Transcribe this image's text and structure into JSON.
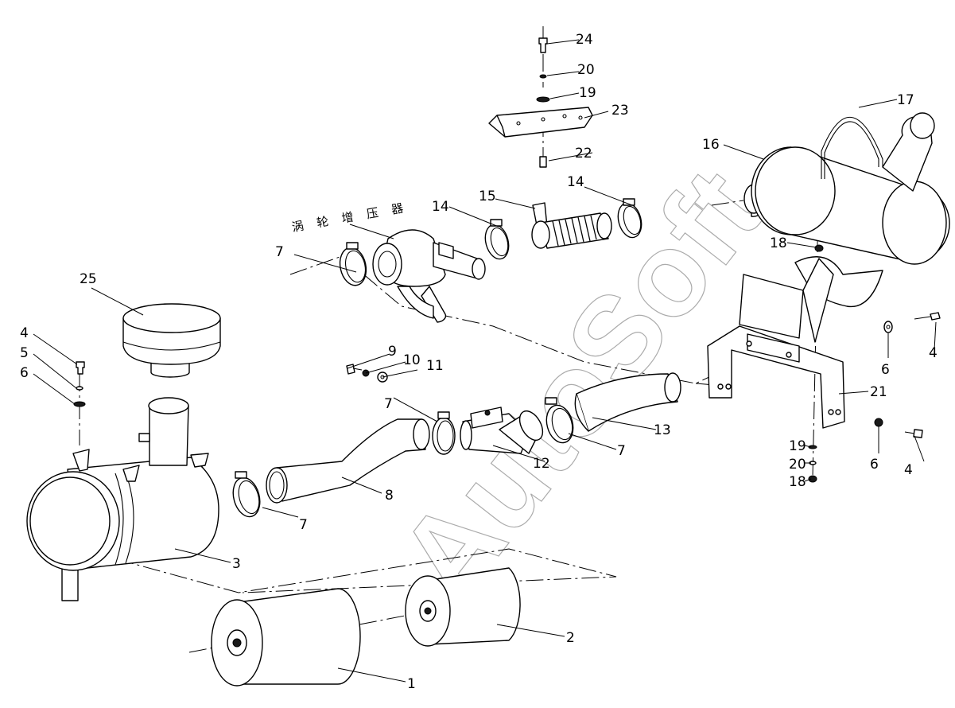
{
  "turbo_label": "涡 轮 增 压 器",
  "watermark": "AutoSoft",
  "labels": {
    "p1": "1",
    "p2": "2",
    "p3": "3",
    "p4a": "4",
    "p4b": "4",
    "p4c": "4",
    "p5": "5",
    "p6a": "6",
    "p6b": "6",
    "p6c": "6",
    "p7a": "7",
    "p7b": "7",
    "p7c": "7",
    "p7d": "7",
    "p8": "8",
    "p9": "9",
    "p10": "10",
    "p11": "11",
    "p12": "12",
    "p13": "13",
    "p14a": "14",
    "p14b": "14",
    "p15": "15",
    "p16": "16",
    "p17": "17",
    "p18a": "18",
    "p18b": "18",
    "p19a": "19",
    "p19b": "19",
    "p20a": "20",
    "p20b": "20",
    "p21": "21",
    "p22": "22",
    "p23": "23",
    "p24": "24",
    "p25": "25"
  }
}
